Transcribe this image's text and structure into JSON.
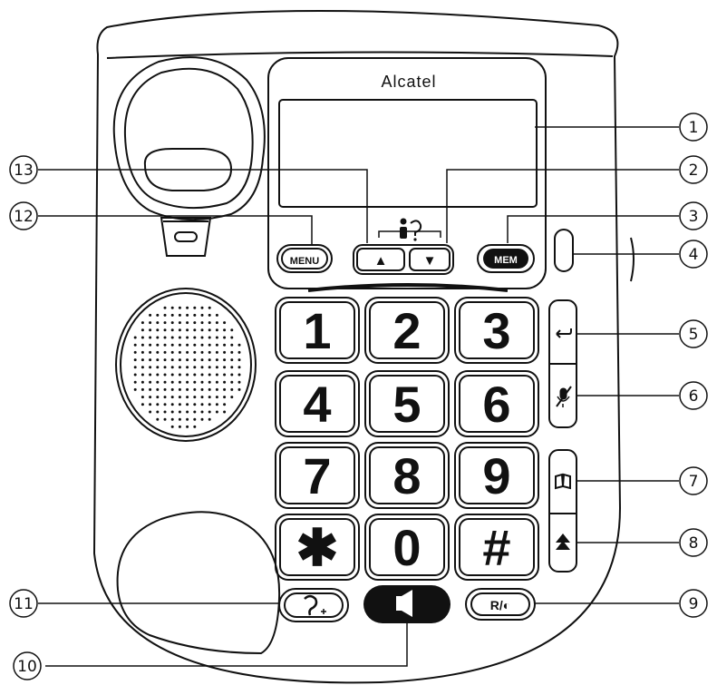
{
  "brand": "Alcatel",
  "buttons": {
    "menu": "MENU",
    "mem": "MEM",
    "recall_mute": "R/◐",
    "up_arrow": "▲",
    "down_arrow": "▼"
  },
  "keypad": [
    "1",
    "2",
    "3",
    "4",
    "5",
    "6",
    "7",
    "8",
    "9",
    "✱",
    "0",
    "#"
  ],
  "callouts": [
    "1",
    "2",
    "3",
    "4",
    "5",
    "6",
    "7",
    "8",
    "9",
    "10",
    "11",
    "12",
    "13"
  ],
  "icons": {
    "handset_cradle": "handset-cradle-icon",
    "speaker_grille": "speaker-grille-icon",
    "info_icon": "info-person-icon",
    "redial": "redial-icon",
    "mute": "mute-icon",
    "phonebook": "phonebook-icon",
    "emergency": "emergency-icon",
    "hearing_boost": "hearing-boost-icon",
    "handsfree": "speakerphone-icon"
  },
  "colors": {
    "line": "#111111",
    "background": "#ffffff"
  }
}
